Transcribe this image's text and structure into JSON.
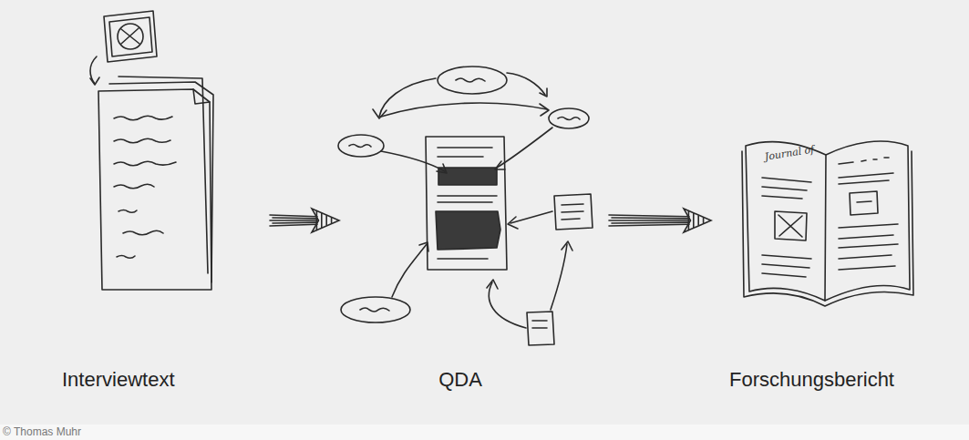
{
  "diagram": {
    "nodes": [
      {
        "text": [
          "Interviewtext"
        ]
      },
      {
        "text": [
          "QDA"
        ]
      },
      {
        "text": [
          "Forschungsbericht"
        ]
      }
    ],
    "edges": [
      {
        "from": 0,
        "to": 1,
        "arrow": "to"
      },
      {
        "from": 1,
        "to": 2,
        "arrow": "to"
      }
    ],
    "labels": [
      "Journal of",
      "© Thomas Muhr"
    ]
  }
}
